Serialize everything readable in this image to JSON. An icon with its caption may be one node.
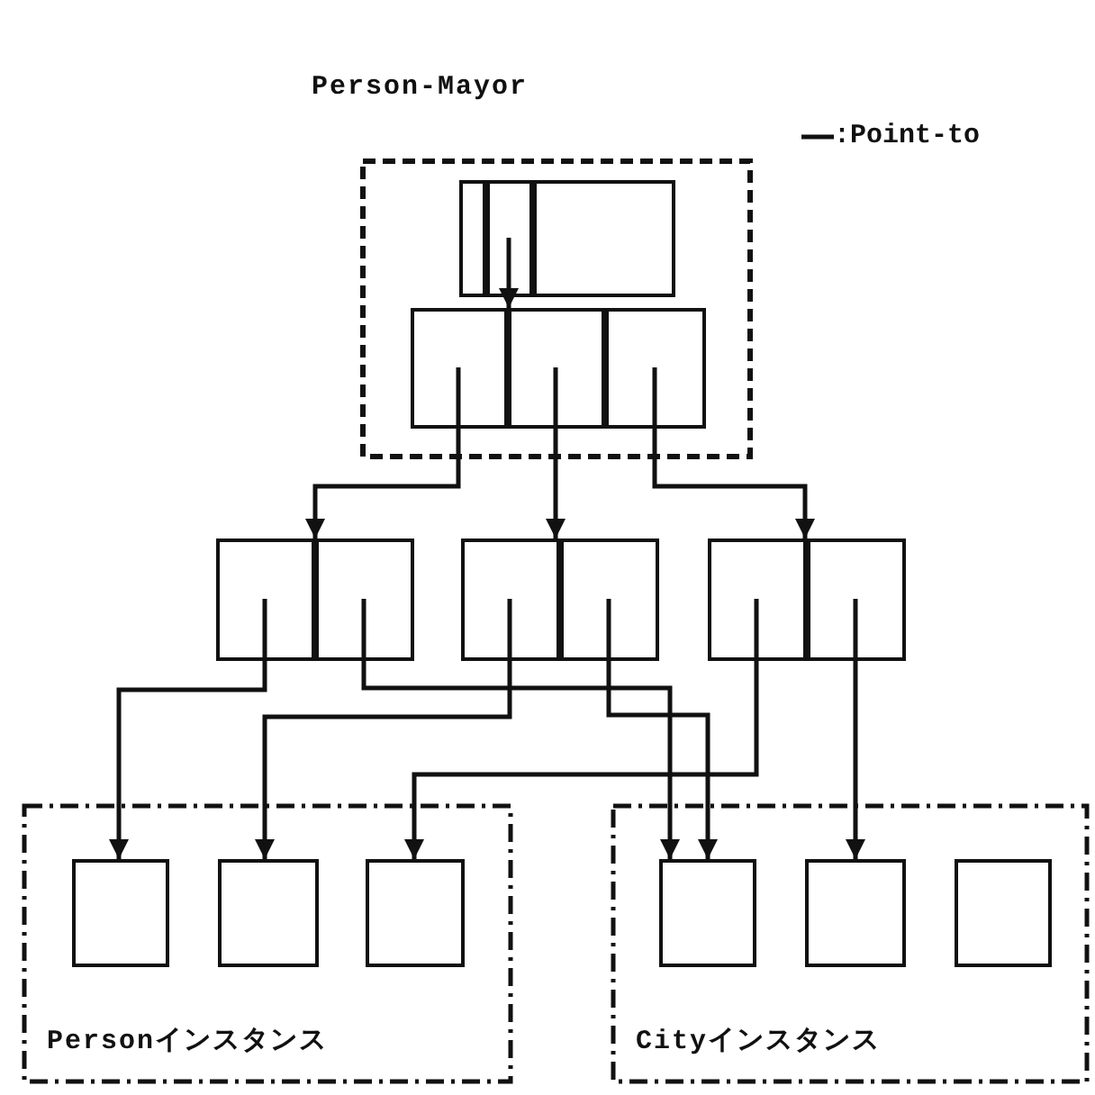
{
  "diagram": {
    "nodes": [
      {
        "text": [
          "Person-Mayor"
        ]
      },
      {
        "text": [],
        "shape": "box",
        "in": 0
      },
      {
        "text": [],
        "shape": "box",
        "in": 1
      },
      {
        "text": [],
        "shape": "box",
        "in": 1
      },
      {
        "text": [],
        "shape": "box",
        "in": 1
      },
      {
        "text": [],
        "shape": "box",
        "in": 0
      },
      {
        "text": [],
        "shape": "box",
        "in": 5
      },
      {
        "text": [],
        "shape": "box",
        "in": 5
      },
      {
        "text": [],
        "shape": "box",
        "in": 5
      },
      {
        "text": [],
        "shape": "box"
      },
      {
        "text": [],
        "shape": "box",
        "in": 9
      },
      {
        "text": [],
        "shape": "box",
        "in": 9
      },
      {
        "text": [],
        "shape": "box"
      },
      {
        "text": [],
        "shape": "box",
        "in": 12
      },
      {
        "text": [],
        "shape": "box",
        "in": 12
      },
      {
        "text": [],
        "shape": "box"
      },
      {
        "text": [],
        "shape": "box",
        "in": 15
      },
      {
        "text": [],
        "shape": "box",
        "in": 15
      },
      {
        "text": [
          "Personインスタンス"
        ]
      },
      {
        "text": [],
        "shape": "box",
        "in": 18
      },
      {
        "text": [],
        "shape": "box",
        "in": 18
      },
      {
        "text": [],
        "shape": "box",
        "in": 18
      },
      {
        "text": [
          "Cityインスタンス"
        ]
      },
      {
        "text": [],
        "shape": "box",
        "in": 22
      },
      {
        "text": [],
        "shape": "box",
        "in": 22
      },
      {
        "text": [],
        "shape": "box",
        "in": 22
      }
    ],
    "edges": [
      {
        "from": 3,
        "to": 5,
        "arrow": "to"
      },
      {
        "from": 6,
        "to": 9,
        "arrow": "to"
      },
      {
        "from": 7,
        "to": 12,
        "arrow": "to"
      },
      {
        "from": 8,
        "to": 15,
        "arrow": "to"
      },
      {
        "from": 10,
        "to": 19,
        "arrow": "to"
      },
      {
        "from": 11,
        "to": 23,
        "arrow": "to"
      },
      {
        "from": 13,
        "to": 20,
        "arrow": "to"
      },
      {
        "from": 14,
        "to": 23,
        "arrow": "to"
      },
      {
        "from": 16,
        "to": 21,
        "arrow": "to"
      },
      {
        "from": 17,
        "to": 24,
        "arrow": "to"
      }
    ],
    "legend": [
      {
        "text": ":Point-to"
      }
    ]
  }
}
